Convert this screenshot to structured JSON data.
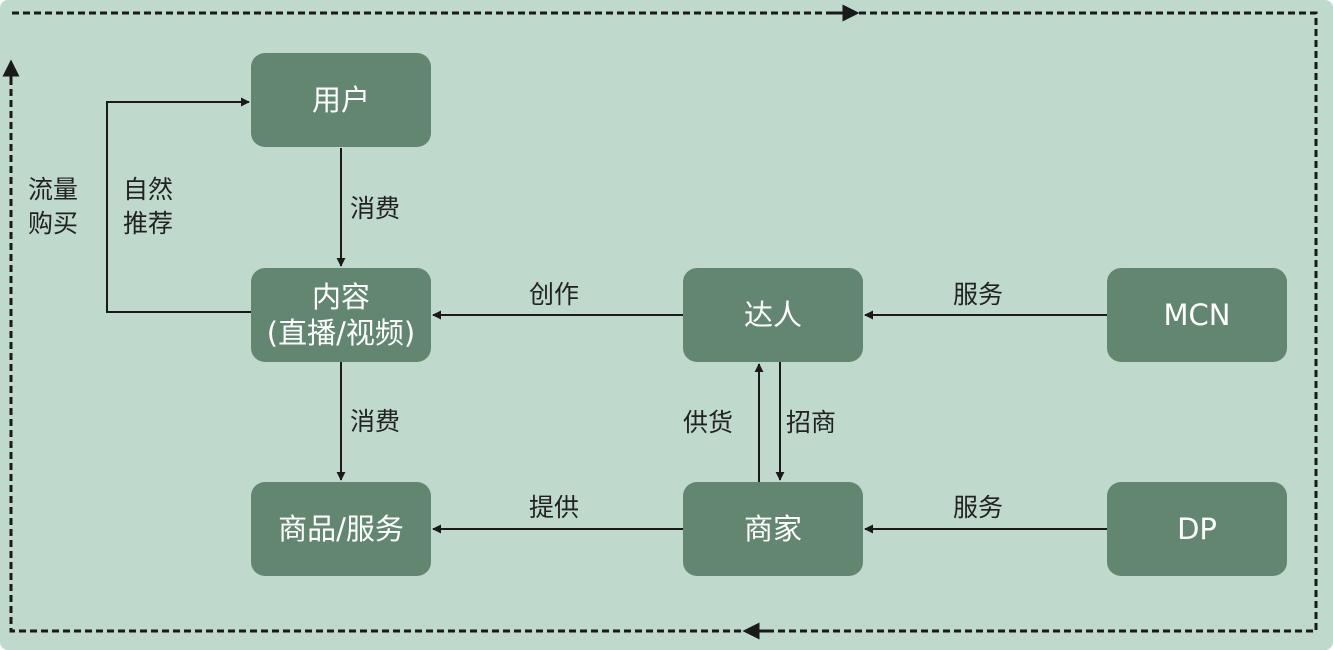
{
  "colors": {
    "background": "#bfd9cc",
    "node_fill": "#638671",
    "node_text": "#ffffff",
    "line": "#1a1a1a",
    "label_text": "#222222"
  },
  "nodes": {
    "user": "用户",
    "content": {
      "line1": "内容",
      "line2": "(直播/视频)"
    },
    "goods": "商品/服务",
    "influencer": "达人",
    "merchant": "商家",
    "mcn": "MCN",
    "dp": "DP"
  },
  "edges": {
    "user_to_content": "消费",
    "content_to_goods": "消费",
    "natural_recommend": {
      "line1": "自然",
      "line2": "推荐"
    },
    "paid_traffic": {
      "line1": "流量",
      "line2": "购买"
    },
    "influencer_to_content": "创作",
    "merchant_to_goods": "提供",
    "merchant_to_influencer": "供货",
    "influencer_to_merchant": "招商",
    "mcn_to_influencer": "服务",
    "dp_to_merchant": "服务"
  }
}
